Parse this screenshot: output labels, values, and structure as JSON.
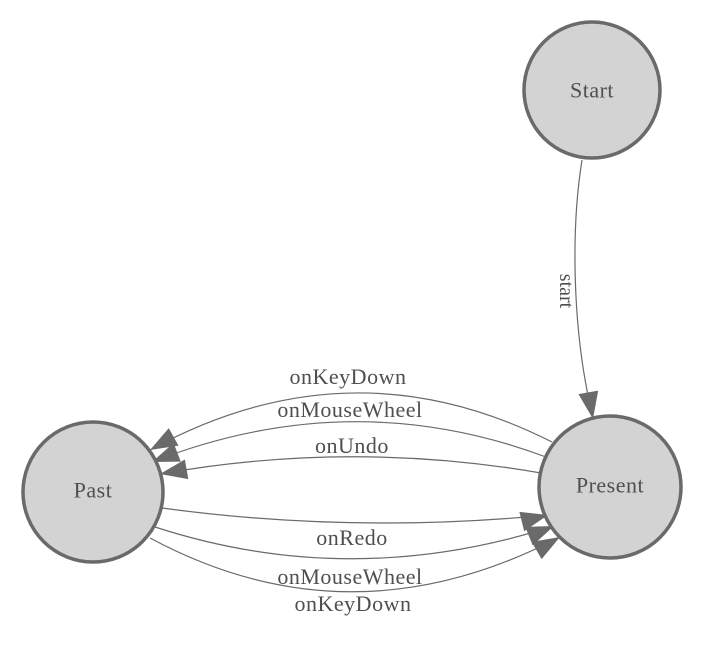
{
  "diagram": {
    "kind": "state-machine",
    "background_color": "#ffffff",
    "colors": {
      "node_fill": "#d3d3d3",
      "node_stroke": "#6a6a6a",
      "edge_stroke": "#6a6a6a",
      "arrowhead_fill": "#6a6a6a",
      "label_text": "#4f4f4f"
    },
    "nodes": [
      {
        "id": "start",
        "label": "Start"
      },
      {
        "id": "present",
        "label": "Present"
      },
      {
        "id": "past",
        "label": "Past"
      }
    ],
    "edges": [
      {
        "from": "Start",
        "to": "Present",
        "label": "start"
      },
      {
        "from": "Present",
        "to": "Past",
        "label": "onKeyDown"
      },
      {
        "from": "Present",
        "to": "Past",
        "label": "onMouseWheel"
      },
      {
        "from": "Present",
        "to": "Past",
        "label": "onUndo"
      },
      {
        "from": "Past",
        "to": "Present",
        "label": "onRedo"
      },
      {
        "from": "Past",
        "to": "Present",
        "label": "onMouseWheel"
      },
      {
        "from": "Past",
        "to": "Present",
        "label": "onKeyDown"
      }
    ]
  }
}
